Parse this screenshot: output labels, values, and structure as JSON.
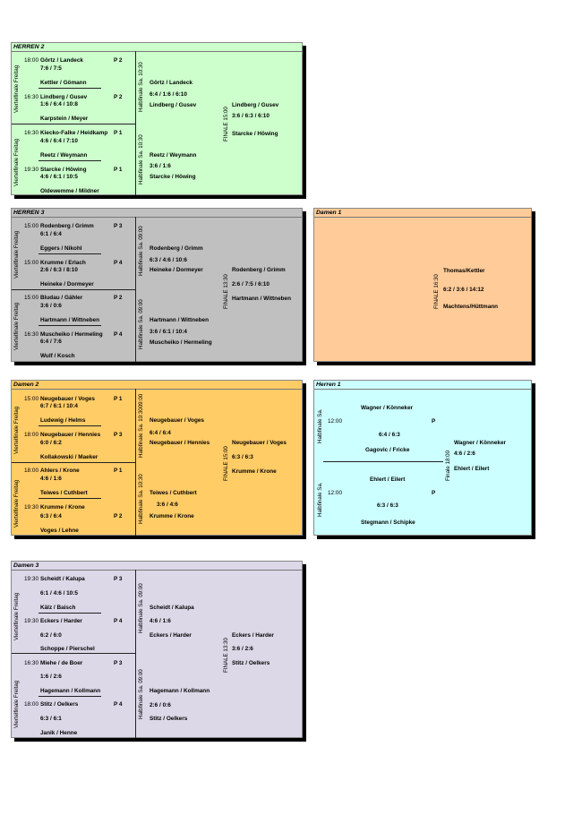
{
  "herren2": {
    "title": "HERREN 2",
    "vf_label": "Viertelfinale Freitag",
    "hf_label": "Halbfinale Sa. 10:30",
    "final_label": "FINALE 15:00",
    "m1": {
      "time": "18:00",
      "team1": "Görtz / Landeck",
      "court": "P 2",
      "score": "7:6 / 7:5",
      "team2": "Kettler / Gömann"
    },
    "m2": {
      "time": "16:30",
      "team1": "Lindberg / Gusev",
      "court": "P 2",
      "score": "1:6 / 6:4 / 10:8",
      "team2": "Karpstein / Meyer"
    },
    "m3": {
      "time": "16:30",
      "team1": "Kiecko-Falke / Heidkamp",
      "court": "P 1",
      "score": "4:6 / 6:4 / 7:10",
      "team2": "Reetz / Weymann"
    },
    "m4": {
      "time": "19:30",
      "team1": "Starcke / Höwing",
      "court": "P 1",
      "score": "4:6 / 6:1 / 10:5",
      "team2": "Oldewemme / Mildner"
    },
    "sf1": {
      "team1": "Görtz / Landeck",
      "score": "6:4 / 1:6 / 6:10",
      "team2": "Lindberg / Gusev"
    },
    "sf2": {
      "team1": "Reetz / Weymann",
      "score": "3:6 / 1:6",
      "team2": "Starcke / Höwing"
    },
    "final": {
      "team1": "Lindberg / Gusev",
      "score": "3:6 / 6:3 / 6:10",
      "team2": "Starcke / Höwing"
    }
  },
  "herren3": {
    "title": "HERREN 3",
    "vf_label": "Viertelfinale Freitag",
    "hf_label": "Halbfinale Sa. 09:00",
    "final_label": "FINALE 13:30",
    "m1": {
      "time": "15:00",
      "team1": "Rodenberg / Grimm",
      "court": "P 3",
      "score": "6:1 / 6:4",
      "team2": "Eggers / Nikohl"
    },
    "m2": {
      "time": "15:00",
      "team1": "Krumme / Erlach",
      "court": "P 4",
      "score": "2:6 / 6:3 / 8:10",
      "team2": "Heineke / Dormeyer"
    },
    "m3": {
      "time": "15:00",
      "team1": "Bludau / Gähler",
      "court": "P 2",
      "score": "3:6 / 0:6",
      "team2": "Hartmann / Wittneben"
    },
    "m4": {
      "time": "16:30",
      "team1": "Muscheiko / Hermeling",
      "court": "P 4",
      "score": "6:4 / 7:6",
      "team2": "Wulf / Kosch"
    },
    "sf1": {
      "team1": "Rodenberg / Grimm",
      "score": "6:3 / 4:6 / 10:6",
      "team2": "Heineke / Dormeyer"
    },
    "sf2": {
      "team1": "Hartmann / Wittneben",
      "score": "3:6 / 6:1 / 10:4",
      "team2": "Muscheiko / Hermeling"
    },
    "final": {
      "team1": "Rodenberg / Grimm",
      "score": "2:6 / 7:5 / 6:10",
      "team2": "Hartmann / Wittneben"
    }
  },
  "damen1": {
    "title": "Damen 1",
    "final_label": "FINALE 16:30",
    "final": {
      "team1": "Thomas/Kettler",
      "score": "6:2 / 3:6 / 14:12",
      "team2": "Machtens/Hüttmann"
    }
  },
  "damen2": {
    "title": "Damen 2",
    "vf_label": "Viertelfinale Freitag",
    "hf1_label": "Halbfinale Sa. 10:3009:00",
    "hf2_label": "Halbfinale Sa. 10:30",
    "final_label": "FINALE 15:00",
    "m1": {
      "time": "15:00",
      "team1": "Neugebauer / Voges",
      "court": "P 1",
      "score": "6:7 / 6:1 / 10:4",
      "team2": "Ludewig / Helms"
    },
    "m2": {
      "time": "18:00",
      "team1": "Neugebauer / Hennies",
      "court": "P 3",
      "score": "6:0 / 6:2",
      "team2": "Kollakowski / Maeker"
    },
    "m3": {
      "time": "18:00",
      "team1": "Ahlers / Krone",
      "court": "P 1",
      "score": "4:6 / 1:6",
      "team2": "Teiwes / Cuthbert"
    },
    "m4": {
      "time": "19:30",
      "team1": "Krumme / Krone",
      "court": "P 2",
      "score": "6:3 / 6:4",
      "team2": "Voges / Lehne"
    },
    "sf1": {
      "team1": "Neugebauer / Voges",
      "score": "6:4 / 6:4",
      "team2": "Neugebauer / Hennies"
    },
    "sf2": {
      "team1": "Teiwes / Cuthbert",
      "score": "3:6 / 4:6",
      "team2": "Krumme / Krone"
    },
    "final": {
      "team1": "Neugebauer / Voges",
      "score": "6:3 / 6:3",
      "team2": "Krumme / Krone"
    }
  },
  "herren1": {
    "title": "Herren 1",
    "hf_label": "Halbfinale Sa.",
    "final_label": "Finale 18:00",
    "sf1": {
      "team1": "Wagner / Könneker",
      "time": "12:00",
      "court": "P",
      "score": "6:4 / 6:3",
      "team2": "Gagovic / Fricke"
    },
    "sf2": {
      "team1": "Ehlert / Eilert",
      "time": "12:00",
      "court": "P",
      "score": "6:3 / 6:3",
      "team2": "Stegmann / Schipke"
    },
    "final": {
      "team1": "Wagner / Könneker",
      "score": "4:6 / 2:6",
      "team2": "Ehlert / Eilert"
    }
  },
  "damen3": {
    "title": "Damen 3",
    "vf_label": "Viertelfinale Freitag",
    "hf_label": "Halbfinale Sa. 09:00",
    "final_label": "FINALE 13:30",
    "m1": {
      "time": "19:30",
      "team1": "Scheidt / Kalupa",
      "court": "P 3",
      "score": "6:1 / 4:6 / 10:5",
      "team2": "Kälz / Baisch"
    },
    "m2": {
      "time": "19:30",
      "team1": "Eckers / Harder",
      "court": "P 4",
      "score": "6:2 / 6:0",
      "team2": "Schoppe / Pierschel"
    },
    "m3": {
      "time": "16:30",
      "team1": "Miehe / de Boer",
      "court": "P 3",
      "score": "1:6 / 2:6",
      "team2": "Hagemann / Kollmann"
    },
    "m4": {
      "time": "18:00",
      "team1": "Stitz / Oelkers",
      "court": "P 4",
      "score": "6:3 / 6:1",
      "team2": "Janik / Henne"
    },
    "sf1": {
      "team1": "Scheidt / Kalupa",
      "score": "4:6 / 1:6",
      "team2": "Eckers / Harder"
    },
    "sf2": {
      "team1": "Hagemann / Kollmann",
      "score": "2:6 / 0:6",
      "team2": "Stitz / Oelkers"
    },
    "final": {
      "team1": "Eckers / Harder",
      "score": "3:6 / 2:6",
      "team2": "Stitz / Oelkers"
    }
  },
  "colors": {
    "green": "#ccffcc",
    "gray": "#c0c0c0",
    "orange": "#ffcc99",
    "amber": "#ffcc66",
    "cyan": "#ccffff",
    "lavender": "#dcd8e8"
  }
}
